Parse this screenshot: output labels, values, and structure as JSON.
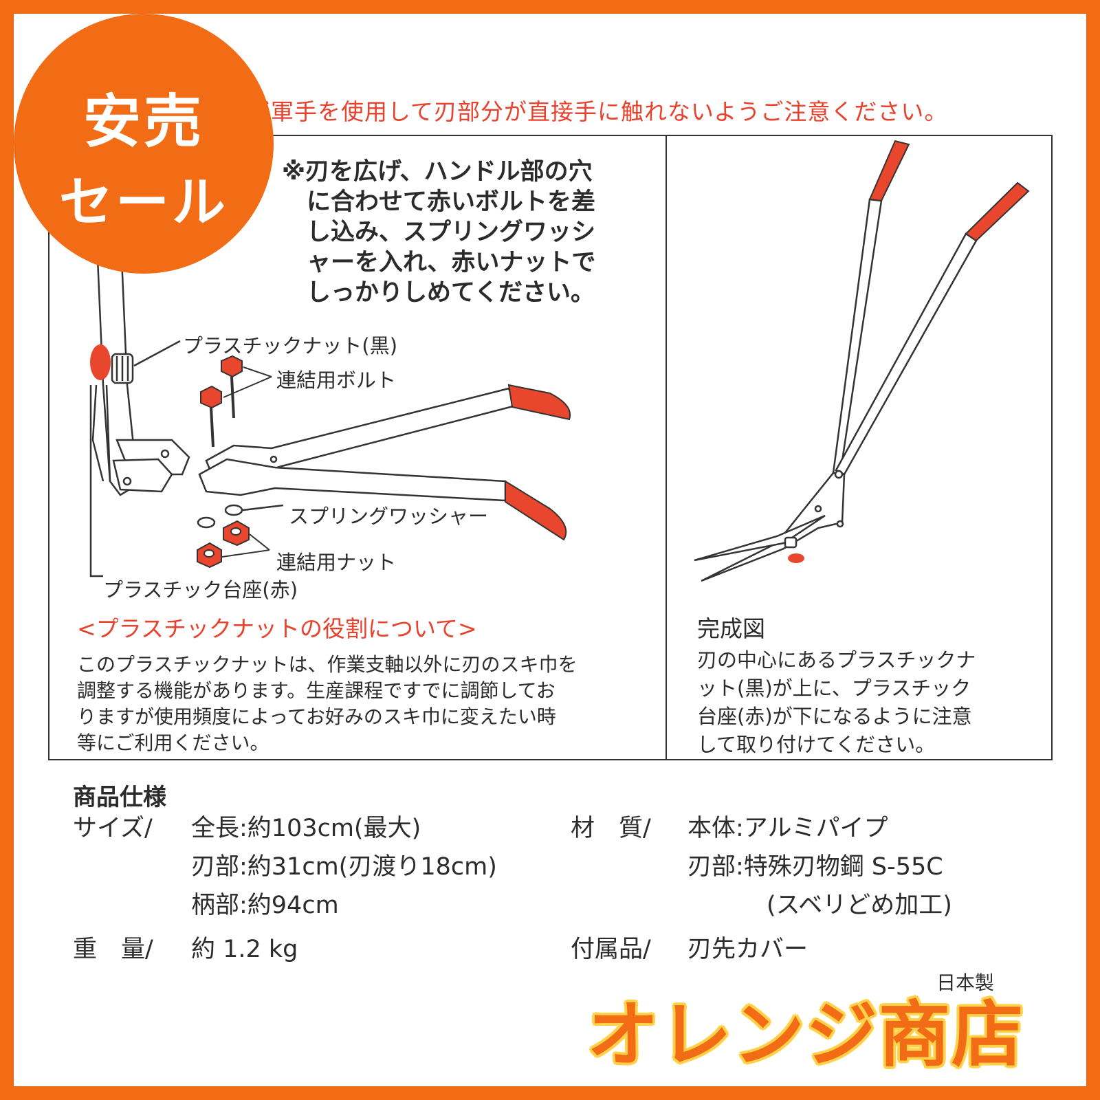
{
  "badge": {
    "line1": "安売",
    "line2": "セール"
  },
  "warning": "ず軍手を使用して刃部分が直接手に触れないようご注意ください。",
  "instruction": {
    "lines": [
      "※刃を広げ、ハンドル部の穴",
      "に合わせて赤いボルトを差",
      "し込み、スプリングワッシ",
      "ャーを入れ、赤いナットで",
      "しっかりしめてください。"
    ]
  },
  "parts": {
    "plastic_nut": "プラスチックナット(黒)",
    "bolt": "連結用ボルト",
    "spring_washer": "スプリングワッシャー",
    "nut": "連結用ナット",
    "base": "プラスチック台座(赤)"
  },
  "role_section": {
    "heading": "<プラスチックナットの役割について>",
    "lines": [
      "このプラスチックナットは、作業支軸以外に刃のスキ巾を",
      "調整する機能があります。生産課程ですでに調節してお",
      "りますが使用頻度によってお好みのスキ巾に変えたい時",
      "等にご利用ください。"
    ]
  },
  "completed": {
    "title": "完成図",
    "lines": [
      "刃の中心にあるプラスチックナ",
      "ット(黒)が上に、プラスチック",
      "台座(赤)が下になるように注意",
      "して取り付けてください。"
    ]
  },
  "specs": {
    "title": "商品仕様",
    "size_label": "サイズ/",
    "total_length": "全長:約103cm(最大)",
    "blade": "刃部:約31cm(刃渡り18cm)",
    "handle": "柄部:約94cm",
    "weight_label": "重　量/",
    "weight": "約 1.2 kg",
    "material_label": "材　質/",
    "body": "本体:アルミパイプ",
    "blade_material": "刃部:特殊刃物鋼 S-55C",
    "coating": "(スベリどめ加工)",
    "accessory_label": "付属品/",
    "accessory": "刃先カバー",
    "origin": "日本製"
  },
  "shop_name": "オレンジ商店",
  "colors": {
    "brand_orange": "#f26b15",
    "warning_red": "#e8412c",
    "grip_red": "#e9472d",
    "text": "#2b2b2b"
  }
}
